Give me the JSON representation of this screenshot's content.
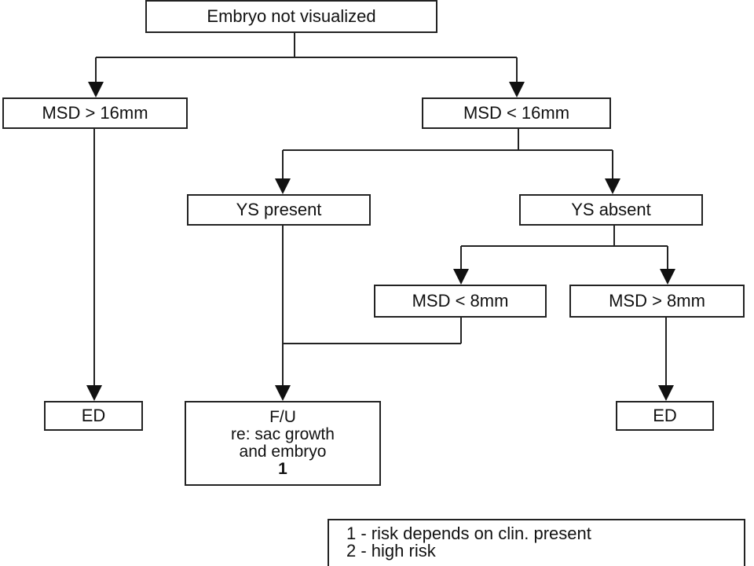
{
  "nodes": {
    "root": "Embryo not visualized",
    "msd_gt16": "MSD > 16mm",
    "msd_lt16": "MSD < 16mm",
    "ys_present": "YS present",
    "ys_absent": "YS absent",
    "msd_lt8": "MSD < 8mm",
    "msd_gt8": "MSD > 8mm",
    "ed_left": "ED",
    "ed_right": "ED",
    "fu_line1": "F/U",
    "fu_line2": "re: sac growth",
    "fu_line3": "and embryo",
    "fu_line4": "1"
  },
  "legend": {
    "item1": "1 - risk depends on clin. present",
    "item2": "2 - high risk"
  }
}
